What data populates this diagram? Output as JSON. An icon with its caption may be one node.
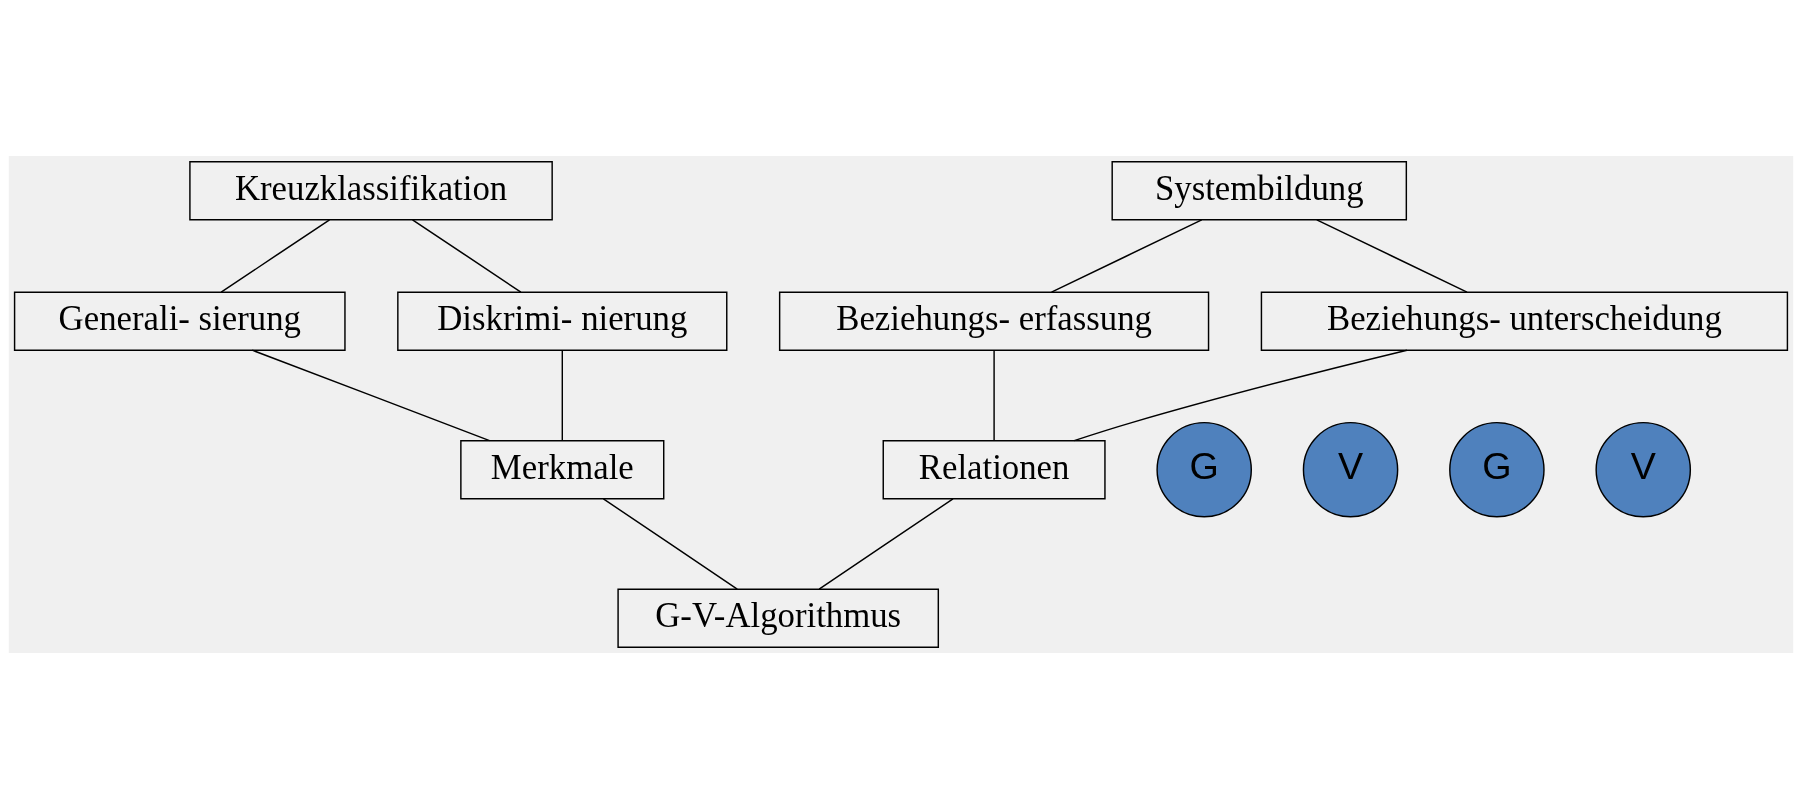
{
  "diagram": {
    "nodes": [
      {
        "text": [
          "Kreuzklassifikation"
        ]
      },
      {
        "text": [
          "Systembildung"
        ]
      },
      {
        "text": [
          "Generali- sierung"
        ]
      },
      {
        "text": [
          "Diskrimi- nierung"
        ]
      },
      {
        "text": [
          "Beziehungs- erfassung"
        ]
      },
      {
        "text": [
          "Beziehungs- unterscheidung"
        ]
      },
      {
        "text": [
          "G"
        ]
      },
      {
        "text": [
          "V"
        ]
      },
      {
        "text": [
          "G"
        ]
      },
      {
        "text": [
          "V"
        ]
      },
      {
        "text": [
          "Merkmale"
        ]
      },
      {
        "text": [
          "Relationen"
        ]
      },
      {
        "text": [
          "G-V-Algorithmus"
        ]
      }
    ],
    "edges": [
      {
        "from": 0,
        "to": 2,
        "arrow": "none"
      },
      {
        "from": 0,
        "to": 3,
        "arrow": "none"
      },
      {
        "from": 1,
        "to": 4,
        "arrow": "none"
      },
      {
        "from": 1,
        "to": 5,
        "arrow": "none"
      },
      {
        "from": 2,
        "to": 10,
        "arrow": "none"
      },
      {
        "from": 3,
        "to": 10,
        "arrow": "none"
      },
      {
        "from": 4,
        "to": 11,
        "arrow": "none"
      },
      {
        "from": 5,
        "to": 11,
        "arrow": "none"
      },
      {
        "from": 10,
        "to": 12,
        "arrow": "none"
      },
      {
        "from": 11,
        "to": 12,
        "arrow": "none"
      }
    ]
  }
}
